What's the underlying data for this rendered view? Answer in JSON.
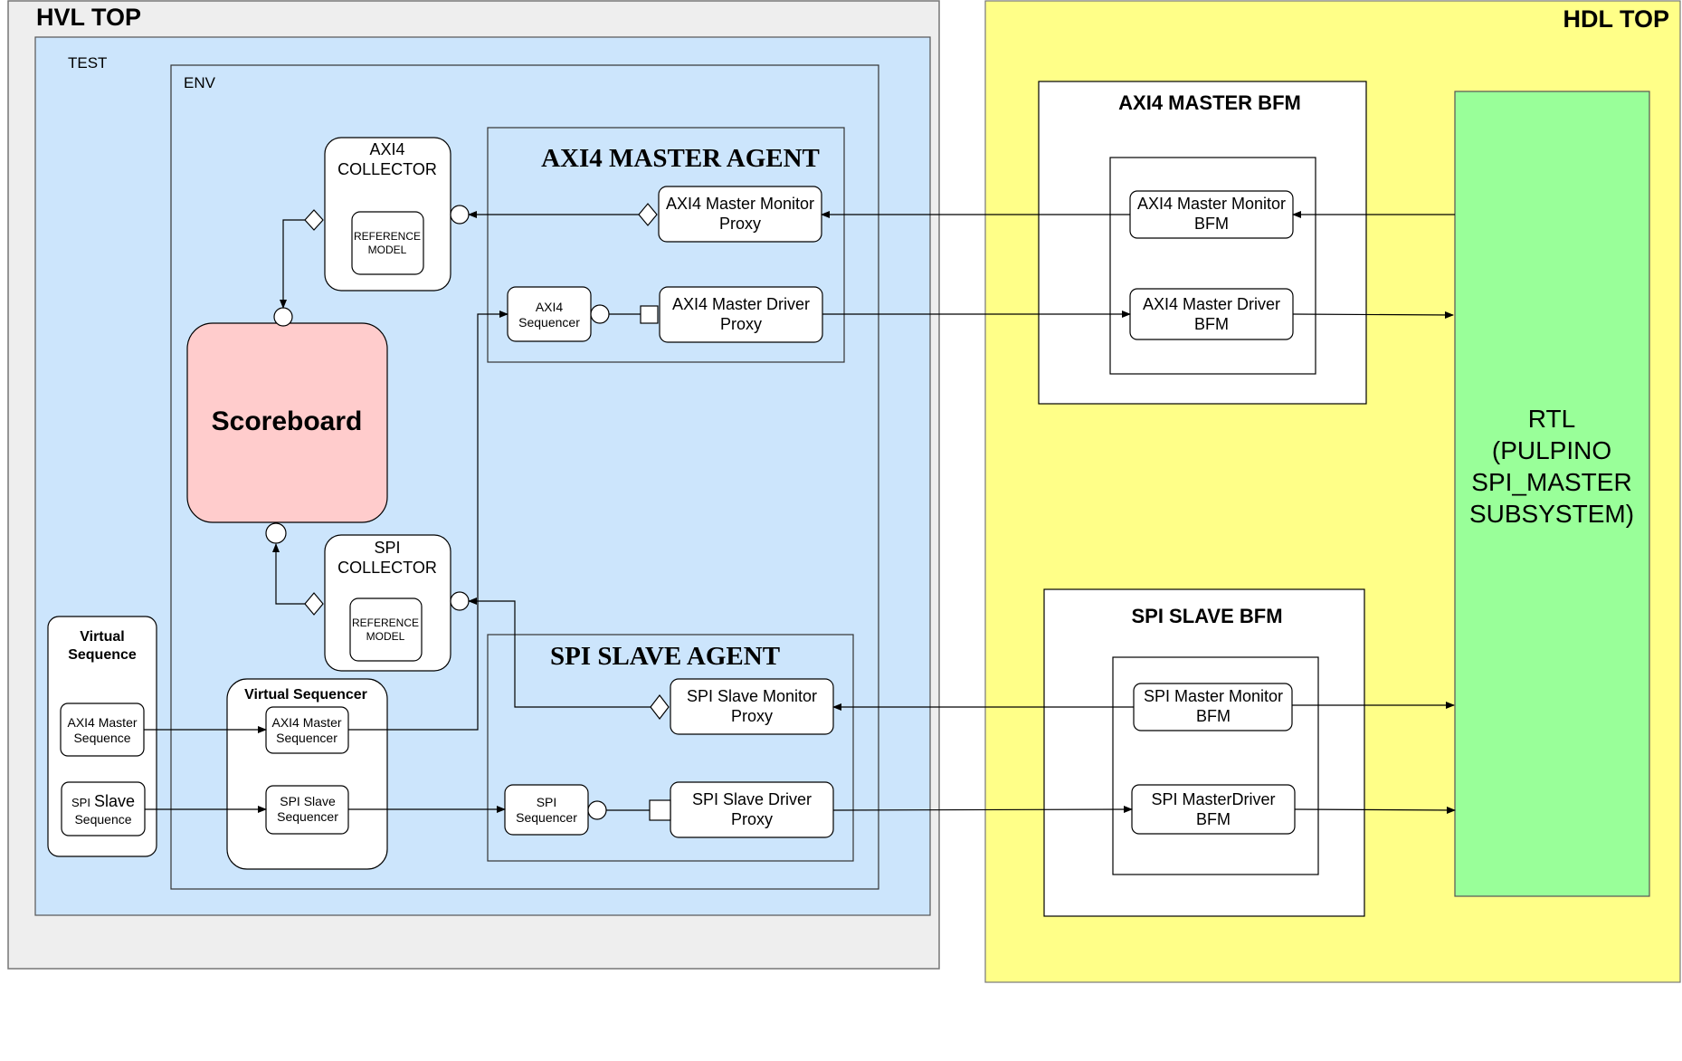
{
  "colors": {
    "hvl_bg": "#eeeeee",
    "test_bg": "#cce5fc",
    "hdl_bg": "#ffff88",
    "scoreboard": "#ffcccc",
    "rtl": "#99ff99",
    "box": "#ffffff",
    "stroke": "#000000"
  },
  "hvl_top": {
    "title": "HVL TOP"
  },
  "hdl_top": {
    "title": "HDL TOP"
  },
  "test": {
    "label": "TEST"
  },
  "env": {
    "label": "ENV"
  },
  "scoreboard": {
    "label": "Scoreboard"
  },
  "axi4_collector": {
    "line1": "AXI4",
    "line2": "COLLECTOR",
    "ref_line1": "REFERENCE",
    "ref_line2": "MODEL"
  },
  "spi_collector": {
    "line1": "SPI",
    "line2": "COLLECTOR",
    "ref_line1": "REFERENCE",
    "ref_line2": "MODEL"
  },
  "axi4_master_agent": {
    "title": "AXI4 MASTER AGENT",
    "monitor_line1": "AXI4 Master Monitor",
    "monitor_line2": "Proxy",
    "driver_line1": "AXI4 Master Driver",
    "driver_line2": "Proxy",
    "sequencer_line1": "AXI4",
    "sequencer_line2": "Sequencer"
  },
  "spi_slave_agent": {
    "title": "SPI SLAVE AGENT",
    "monitor_line1": "SPI Slave Monitor",
    "monitor_line2": "Proxy",
    "driver_line1": "SPI Slave Driver",
    "driver_line2": "Proxy",
    "sequencer_line1": "SPI",
    "sequencer_line2": "Sequencer"
  },
  "virtual_sequence": {
    "title_line1": "Virtual",
    "title_line2": "Sequence",
    "axi4_line1": "AXI4 Master",
    "axi4_line2": "Sequence",
    "spi_prefix": "SPI",
    "spi_word": "Slave",
    "spi_line2": "Sequence"
  },
  "virtual_sequencer": {
    "title": "Virtual Sequencer",
    "axi4_line1": "AXI4 Master",
    "axi4_line2": "Sequencer",
    "spi_line1": "SPI Slave",
    "spi_line2": "Sequencer"
  },
  "axi4_master_bfm": {
    "title": "AXI4 MASTER BFM",
    "monitor_line1": "AXI4 Master Monitor",
    "monitor_line2": "BFM",
    "driver_line1": "AXI4 Master Driver",
    "driver_line2": "BFM"
  },
  "spi_slave_bfm": {
    "title": "SPI SLAVE BFM",
    "monitor_line1": "SPI Master Monitor",
    "monitor_line2": "BFM",
    "driver_line1": "SPI MasterDriver",
    "driver_line2": "BFM"
  },
  "rtl": {
    "line1": "RTL",
    "line2": "(PULPINO",
    "line3": "SPI_MASTER",
    "line4": "SUBSYSTEM)"
  }
}
